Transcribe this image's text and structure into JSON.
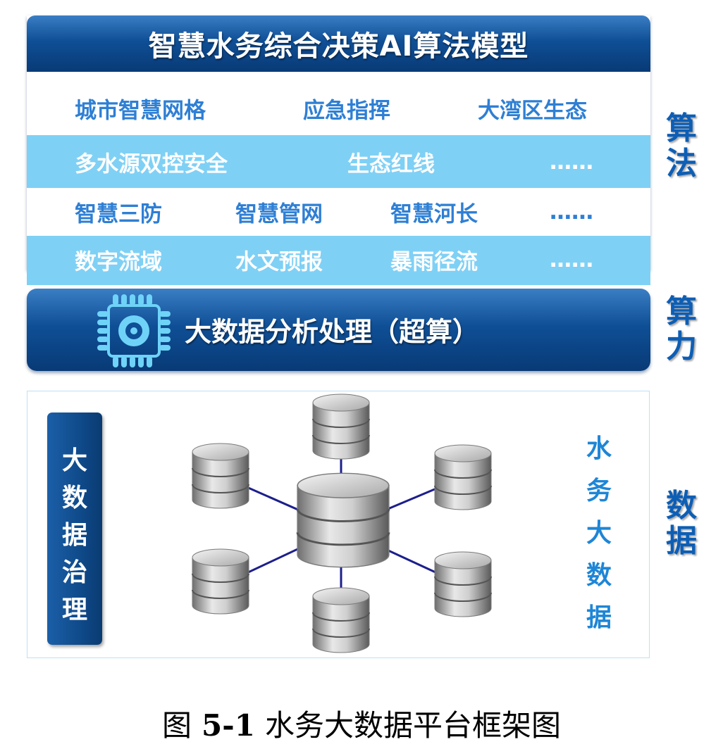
{
  "algorithm": {
    "title": "智慧水务综合决策AI算法模型",
    "rows": [
      [
        "城市智慧网格",
        "应急指挥",
        "大湾区生态"
      ],
      [
        "多水源双控安全",
        "生态红线",
        "……"
      ],
      [
        "智慧三防",
        "智慧管网",
        "智慧河长",
        "……"
      ],
      [
        "数字流域",
        "水文预报",
        "暴雨径流",
        "……"
      ]
    ]
  },
  "side_labels": {
    "algorithm": [
      "算",
      "法"
    ],
    "compute": [
      "算",
      "力"
    ],
    "data": [
      "数",
      "据"
    ]
  },
  "compute": {
    "title": "大数据分析处理（超算）",
    "icon": "processor-chip-icon"
  },
  "data_section": {
    "governance": [
      "大",
      "数",
      "据",
      "治",
      "理"
    ],
    "bigdata": [
      "水",
      "务",
      "大",
      "数",
      "据"
    ],
    "icon": "database-cylinder-icon",
    "colors": {
      "link": "#1c1f8c",
      "panel_blue": "#0f4f96",
      "row_blue": "#7fd0f5",
      "text_blue": "#2e7fd4"
    }
  },
  "caption": {
    "prefix": "图",
    "number": "5-1",
    "text": "水务大数据平台框架图"
  }
}
